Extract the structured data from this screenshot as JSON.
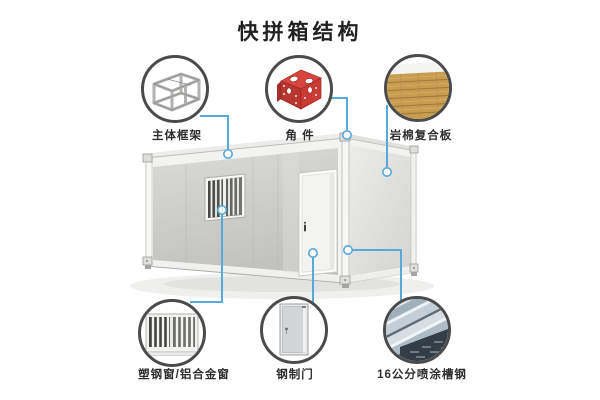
{
  "title": "快拼箱结构",
  "features": {
    "frame": {
      "label": "主体框架"
    },
    "corner": {
      "label": "角 件"
    },
    "rockwool": {
      "label": "岩棉复合板"
    },
    "window": {
      "label": "塑钢窗/铝合金窗"
    },
    "door": {
      "label": "钢制门"
    },
    "channel": {
      "label": "16公分喷涂槽钢"
    }
  },
  "colors": {
    "connector_blue": "#58a9db",
    "ring_gray": "#4b4b4b",
    "corner_red": "#d8453f",
    "rockwool_tan": "#c79d52",
    "channel_steel": "#9fb0bb",
    "container_panel": "#cfcfcd"
  }
}
